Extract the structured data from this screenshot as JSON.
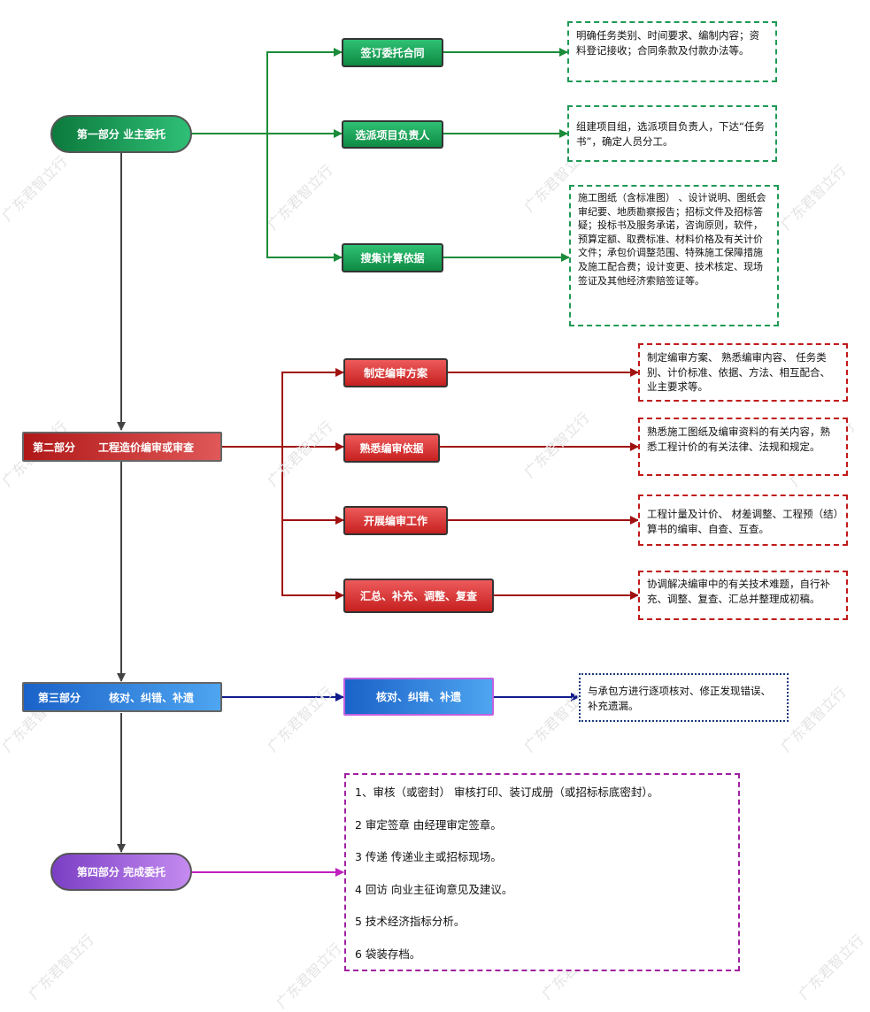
{
  "parts": {
    "p1": {
      "label": "第一部分  业主委托"
    },
    "p2": {
      "label_a": "第二部分",
      "label_b": "工程造价编审或审查"
    },
    "p3": {
      "label_a": "第三部分",
      "label_b": "核对、纠错、补遗"
    },
    "p4": {
      "label": "第四部分  完成委托"
    }
  },
  "part1_steps": [
    {
      "label": "签订委托合同",
      "note": "明确任务类别、时间要求、编制内容；资料登记接收；合同条款及付款办法等。"
    },
    {
      "label": "选派项目负责人",
      "note": "组建项目组，选派项目负责人，下达“任务书”，确定人员分工。"
    },
    {
      "label": "搜集计算依据",
      "note": "施工图纸（含标准图）   、设计说明、图纸会审纪要、地质勘察报告；招标文件及招标答疑；投标书及服务承诺，咨询原则，软件，预算定额、取费标准、材料价格及有关计价文件；承包价调整范围、特殊施工保障措施及施工配合费；设计变更、技术核定、现场签证及其他经济索赔签证等。"
    }
  ],
  "part2_steps": [
    {
      "label": "制定编审方案",
      "note": "制定编审方案、  熟悉编审内容、 任务类别、计价标准、依据、方法、相互配合、业主要求等。"
    },
    {
      "label": "熟悉编审依据",
      "note": "熟悉施工图纸及编审资料的有关内容，熟悉工程计价的有关法律、法规和规定。"
    },
    {
      "label": "开展编审工作",
      "note": "工程计量及计价、  材差调整、工程预（结）算书的编审、自查、互查。"
    },
    {
      "label": "汇总、补充、调整、复查",
      "note": "协调解决编审中的有关技术难题，自行补充、调整、复查、汇总并整理成初稿。"
    }
  ],
  "part3_step": {
    "label": "核对、纠错、补遗",
    "note": "与承包方进行逐项核对、修正发现错误、补充遗漏。"
  },
  "part4_list": [
    "1、审核（或密封）  审核打印、装订成册（或招标标底密封）。",
    "2  审定签章  由经理审定签章。",
    "3  传递  传递业主或招标现场。",
    "4  回访  向业主征询意见及建议。",
    "5  技术经济指标分析。",
    "6  袋装存档。"
  ],
  "watermark": "广东君智立行",
  "colors": {
    "green": "#1a8c3a",
    "red": "#a01010",
    "blue": "#101a8a",
    "purple": "#c020c0",
    "gray": "#444444"
  }
}
